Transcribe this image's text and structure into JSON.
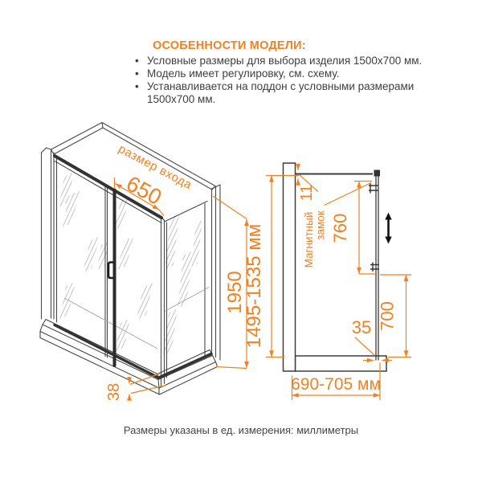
{
  "header": {
    "title": "ОСОБЕННОСТИ МОДЕЛИ:",
    "bullets": [
      "Условные размеры для выбора изделия 1500x700 мм.",
      "Модель имеет регулировку, см. схему.",
      "Устанавливается на поддон с условными размерами 1500x700 мм."
    ]
  },
  "front_view": {
    "entry_size_label": "размер входа",
    "entry_width_mm": "650",
    "height_mm": "1950",
    "tray_height_mm": "38"
  },
  "side_view": {
    "total_height_mm": "1495-1535 мм",
    "wall_gap_mm": "11",
    "lock_label_line1": "Магнитный",
    "lock_label_line2": "замок",
    "lock_zone_mm": "760",
    "fixed_panel_mm": "700",
    "bottom_offset_mm": "35",
    "depth_mm": "690-705 мм"
  },
  "footer": {
    "note": "Размеры указаны в ед. измерения: миллиметры"
  },
  "colors": {
    "accent": "#F18121",
    "line_dark": "#3D3D3D",
    "text": "#3F3F3F"
  }
}
